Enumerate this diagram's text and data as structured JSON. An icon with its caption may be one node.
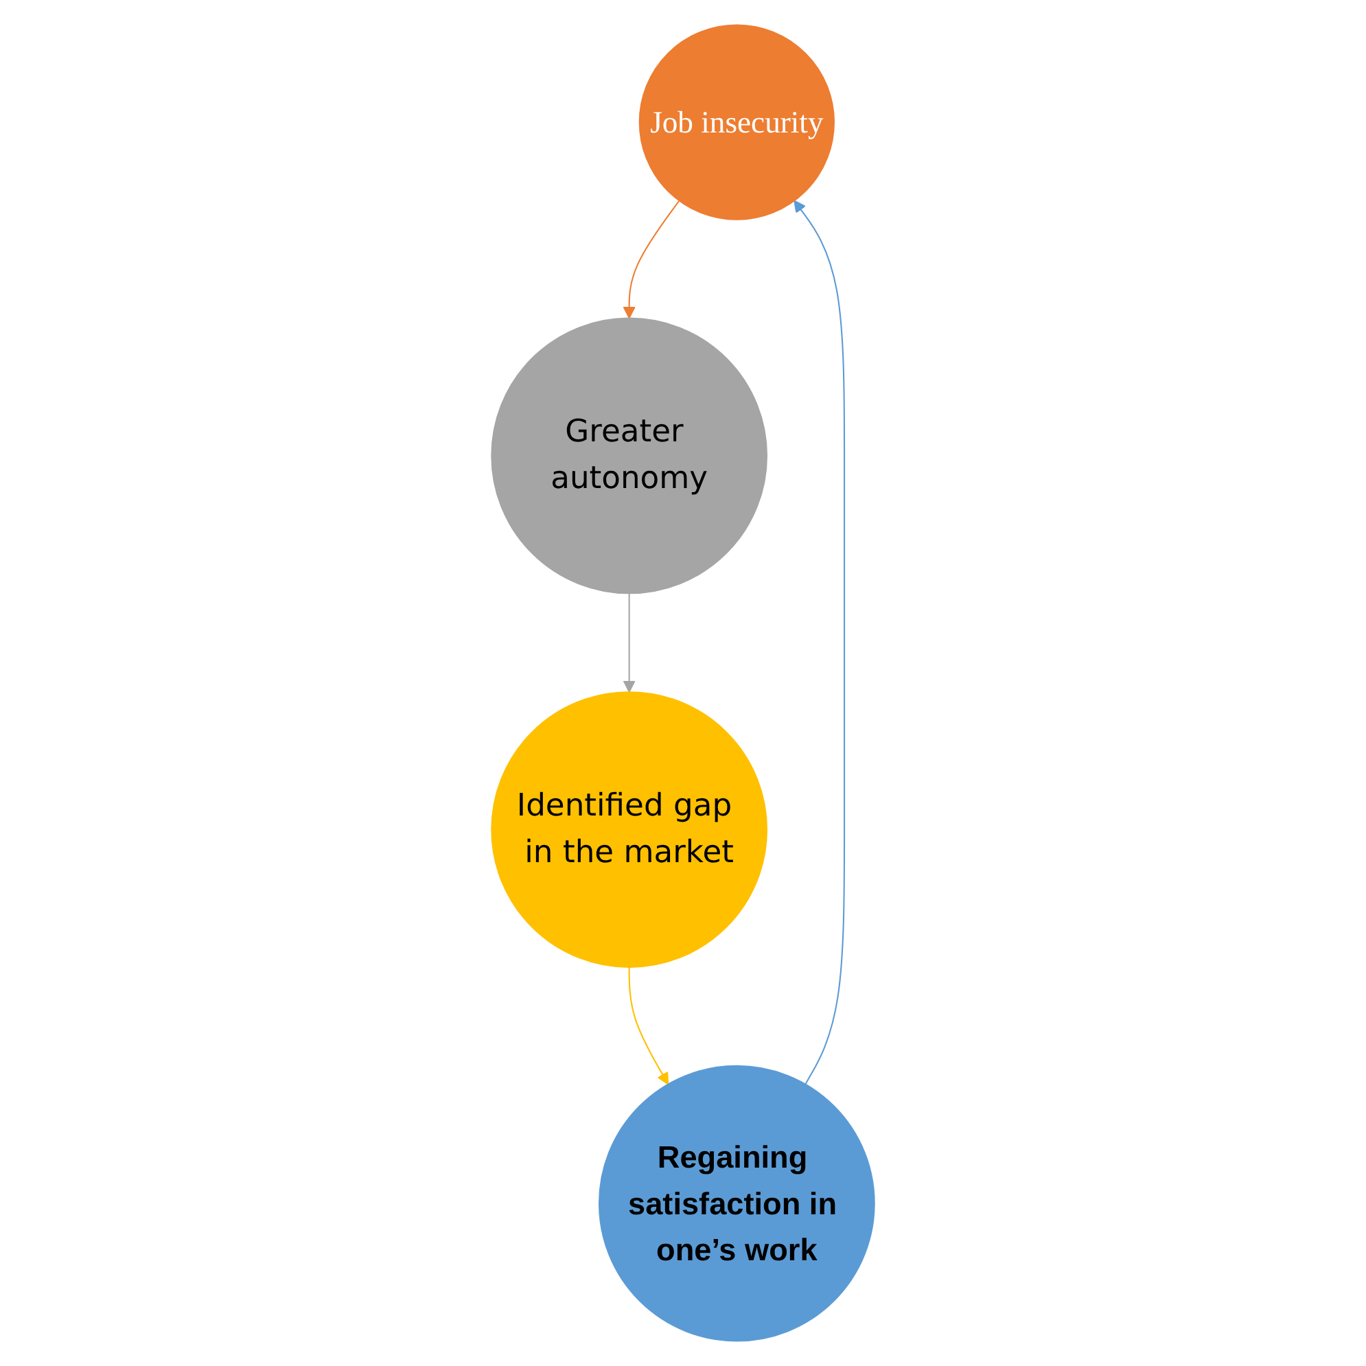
{
  "diagram": {
    "nodes": [
      {
        "text": [
          "Job insecurity"
        ]
      },
      {
        "text": [
          "Greater autonomy"
        ]
      },
      {
        "text": [
          "Identified gap in the market"
        ]
      },
      {
        "text": [
          "Regaining satisfaction in one’s work"
        ]
      }
    ],
    "edges": [
      {
        "from": 0,
        "to": 1,
        "arrow": "to",
        "color": "#ed7d31"
      },
      {
        "from": 1,
        "to": 2,
        "arrow": "to",
        "color": "#a5a5a5"
      },
      {
        "from": 2,
        "to": 3,
        "arrow": "to",
        "color": "#ffc000"
      },
      {
        "from": 3,
        "to": 0,
        "arrow": "to",
        "color": "#5b9bd5"
      }
    ]
  }
}
